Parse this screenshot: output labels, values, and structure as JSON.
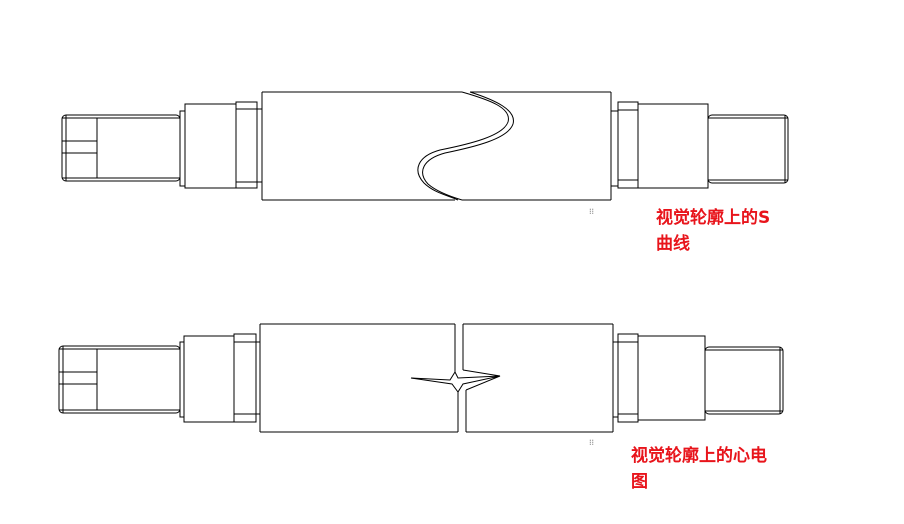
{
  "shafts": [
    {
      "name": "s-curve-shaft",
      "caption_line1": "视觉轮廓上的S",
      "caption_line2": "曲线",
      "mark": "⁝⁝"
    },
    {
      "name": "ecg-shaft",
      "caption_line1": "视觉轮廓上的心电",
      "caption_line2": "图",
      "mark": "⁝⁝"
    }
  ],
  "colors": {
    "caption": "#e8141b",
    "line": "#000000"
  }
}
